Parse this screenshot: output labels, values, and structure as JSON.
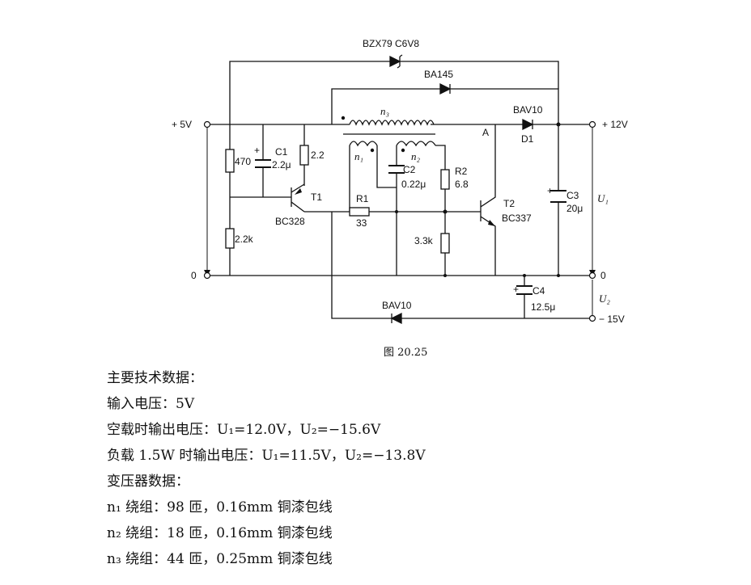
{
  "figure_caption": "图 20.25",
  "specs": [
    "主要技术数据：",
    "输入电压：5V",
    "空载时输出电压：U₁=12.0V，U₂=−15.6V",
    "负载 1.5W 时输出电压：U₁=11.5V，U₂=−13.8V",
    "变压器数据：",
    "n₁ 绕组：98 匝，0.16mm 铜漆包线",
    "n₂ 绕组：18 匝，0.16mm 铜漆包线",
    "n₃ 绕组：44 匝，0.25mm 铜漆包线"
  ],
  "labels": {
    "zener": "BZX79 C6V8",
    "d_ba145": "BA145",
    "d_bav10_top": "BAV10",
    "d1": "D1",
    "d_bav10_bottom": "BAV10",
    "vin": "+ 5V",
    "vout_pos": "+ 12V",
    "vout_neg": "− 15V",
    "gnd_left": "0",
    "gnd_right": "0",
    "r470": "470",
    "r2k2": "2.2k",
    "r2_2": "2.2",
    "c1_name": "C1",
    "c1_val": "2.2μ",
    "t1_name": "T1",
    "t1_type": "BC328",
    "r1_name": "R1",
    "r1_val": "33",
    "n3": "n₃",
    "n1": "n₁",
    "n2": "n₂",
    "c2_name": "C2",
    "c2_val": "0.22μ",
    "r2_name": "R2",
    "r2_val": "6.8",
    "r3k3": "3.3k",
    "node_a": "A",
    "t2_name": "T2",
    "t2_type": "BC337",
    "c3_name": "C3",
    "c3_val": "20μ",
    "u1": "U₁",
    "c4_name": "C4",
    "c4_val": "12.5μ",
    "u2": "U₂",
    "plus": "+"
  }
}
